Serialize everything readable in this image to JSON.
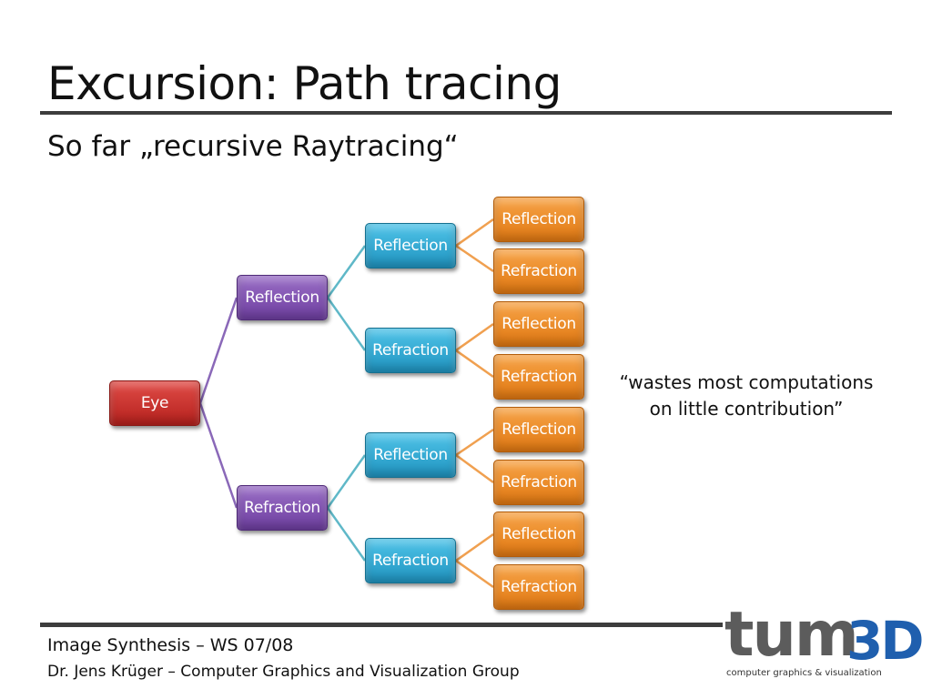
{
  "slide": {
    "title": "Excursion: Path tracing",
    "subtitle": "So far „recursive Raytracing“"
  },
  "diagram": {
    "root": {
      "label": "Eye",
      "color": "#c8302b"
    },
    "level1": [
      {
        "label": "Reflection"
      },
      {
        "label": "Refraction"
      }
    ],
    "level2": [
      {
        "label": "Reflection"
      },
      {
        "label": "Refraction"
      },
      {
        "label": "Reflection"
      },
      {
        "label": "Refraction"
      }
    ],
    "level3": [
      {
        "label": "Reflection"
      },
      {
        "label": "Refraction"
      },
      {
        "label": "Reflection"
      },
      {
        "label": "Refraction"
      },
      {
        "label": "Reflection"
      },
      {
        "label": "Refraction"
      },
      {
        "label": "Reflection"
      },
      {
        "label": "Refraction"
      }
    ],
    "colors": {
      "root": "#c8302b",
      "level1": "#7e4fb0",
      "level2": "#2fa6d2",
      "level3": "#ee8a22",
      "connector_l1": "#8a68b8",
      "connector_l2": "#5fb8c8",
      "connector_l3": "#f0a050"
    }
  },
  "quote": {
    "line1": "“wastes most computations",
    "line2": "on little contribution”"
  },
  "footer": {
    "course": "Image Synthesis – WS 07/08",
    "author": "Dr. Jens Krüger – Computer Graphics and Visualization Group"
  },
  "logo": {
    "word": "tum",
    "suffix": "3D",
    "caption": "computer graphics & visualization"
  }
}
